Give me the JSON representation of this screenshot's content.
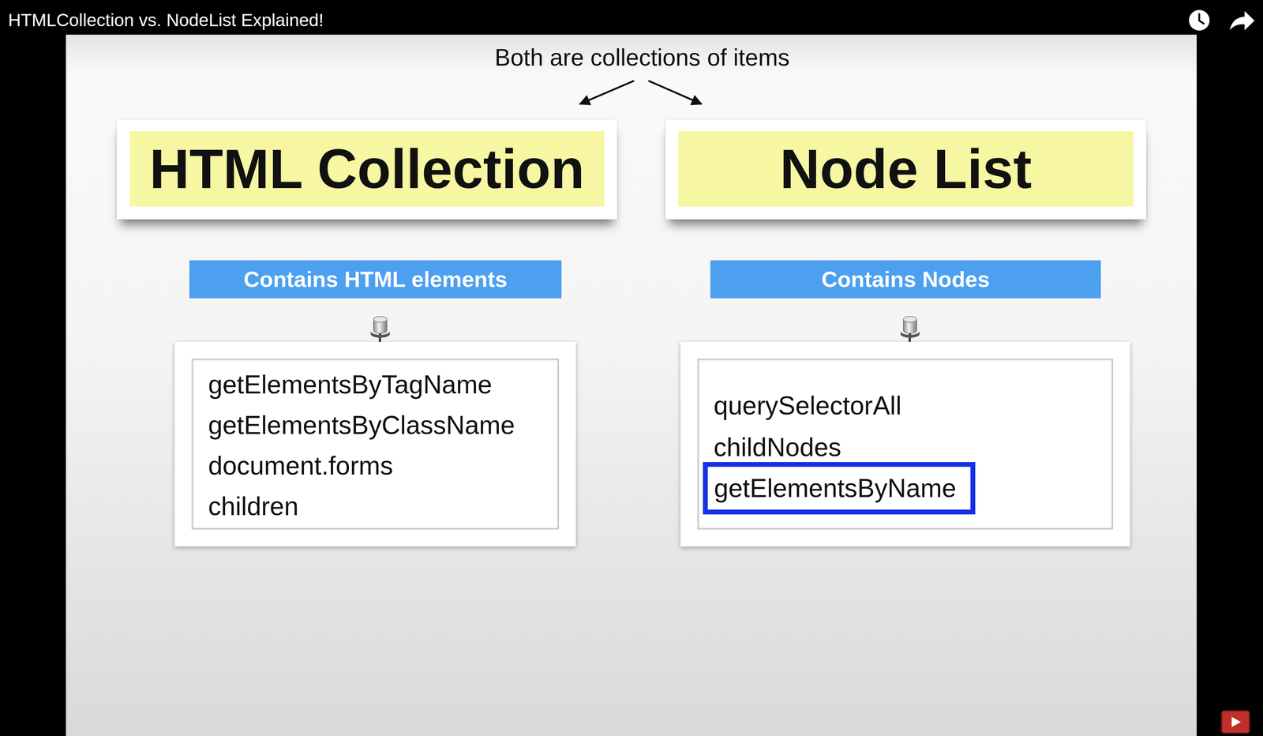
{
  "diagram": {
    "title": "HTMLCollection vs. NodeList Explained!",
    "nodes": [
      {
        "text": [
          "HTML Collection"
        ]
      },
      {
        "text": [
          "Contains HTML elements"
        ]
      },
      {
        "text": [
          "getElementsByTagName",
          "getElementsByClassName",
          "document.forms",
          "children"
        ]
      },
      {
        "text": [
          "Node List"
        ]
      },
      {
        "text": [
          "Contains Nodes"
        ]
      },
      {
        "text": [
          "querySelectorAll",
          "childNodes"
        ]
      },
      {
        "text": [
          "getElementsByName"
        ],
        "in": 5
      }
    ],
    "labels": [
      "Both are collections of items"
    ]
  }
}
